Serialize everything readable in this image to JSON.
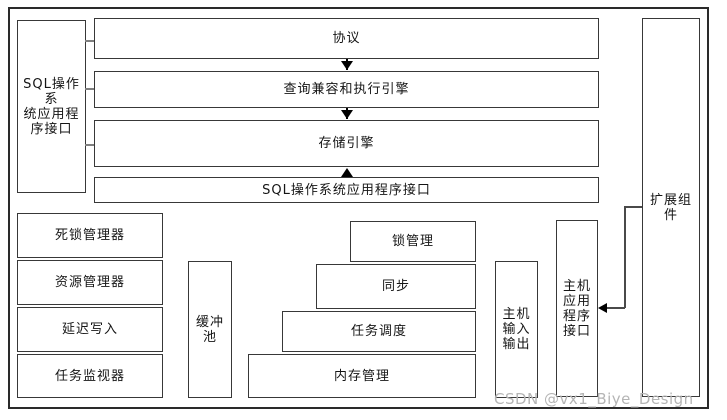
{
  "colors": {
    "background": "#ffffff",
    "box_border": "#383838",
    "outer_border": "#2a2a2a",
    "connector_gray": "#7f7f7f",
    "arrow": "#000000",
    "text": "#151515",
    "watermark": "#b5b5b5"
  },
  "diagram": {
    "side_api_box": "SQL操作系\n统应用程\n序接口",
    "top_stack": [
      "协议",
      "查询兼容和执行引擎",
      "存储引擎",
      "SQL操作系统应用程序接口"
    ],
    "extension_box": "扩展组\n件",
    "left_column": [
      "死锁管理器",
      "资源管理器",
      "延迟写入",
      "任务监视器"
    ],
    "buffer_pool": "缓冲\n池",
    "staircase": [
      "锁管理",
      "同步",
      "任务调度",
      "内存管理"
    ],
    "host_io": "主机\n输入\n输出",
    "host_api": "主机\n应用\n程序\n接口"
  },
  "watermark": {
    "text": "CSDN @vx1_Biye_Design"
  }
}
